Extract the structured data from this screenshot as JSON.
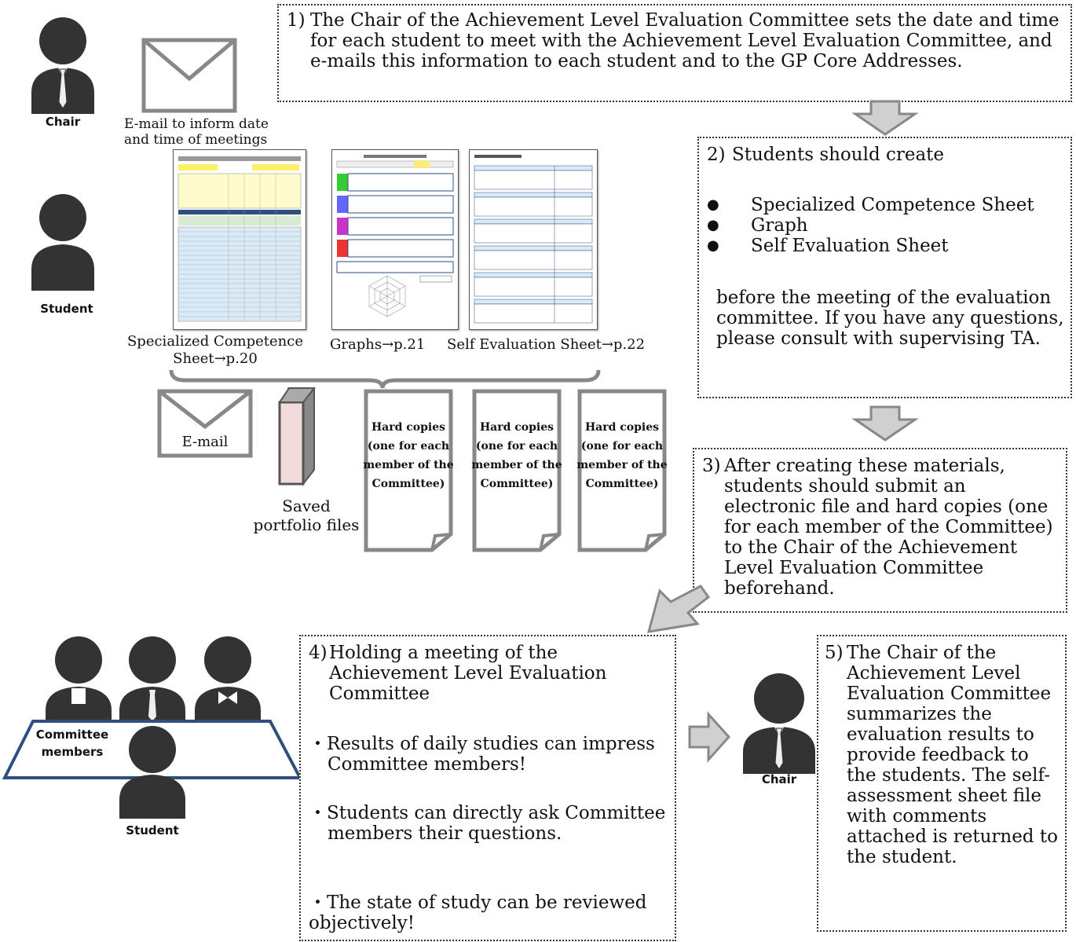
{
  "labels": {
    "chair_top": "Chair",
    "email_inform": "E-mail to inform date\nand time of meetings",
    "student_mid": "Student",
    "sheet_specialized": "Specialized Competence\nSheet→p.20",
    "sheet_graphs": "Graphs→p.21",
    "sheet_self": "Self Evaluation Sheet→p.22",
    "email_small": "E-mail",
    "saved_portfolio": "Saved\nportfolio files",
    "hard_copies": "Hard copies\n(one for each\nmember of the\nCommittee)",
    "committee_members": "Committee\nmembers",
    "student_bottom": "Student",
    "chair_bottom": "Chair"
  },
  "steps": {
    "s1": {
      "num": "1)",
      "text": "The Chair of the Achievement Level Evaluation Committee sets the date and time for each student to meet with the Achievement Level Evaluation Committee, and e-mails this information to each student and to the GP Core Addresses."
    },
    "s2": {
      "num": "2)",
      "heading": "Students should create",
      "bullets": [
        "Specialized Competence Sheet",
        "Graph",
        "Self Evaluation Sheet"
      ],
      "text": "before the meeting of the evaluation committee. If you have any questions, please consult with supervising TA."
    },
    "s3": {
      "num": "3)",
      "text": "After creating these materials, students should submit an electronic file and hard copies (one for each member of the Committee) to the Chair of the Achievement Level Evaluation Committee beforehand."
    },
    "s4": {
      "num": "4)",
      "heading": "Holding a meeting of the Achievement Level Evaluation Committee",
      "point1": "・Results of daily studies can impress Committee members!",
      "point2": "・Students can directly ask Committee members their questions.",
      "point3": "・The state of study can be reviewed objectively!"
    },
    "s5": {
      "num": "5)",
      "text": "The Chair of the Achievement Level Evaluation Committee summarizes the evaluation results to provide feedback to the students. The self-assessment sheet file with comments attached is returned to the student."
    }
  },
  "colors": {
    "person": "#333333",
    "arrow_fill": "#d0d0d0",
    "arrow_stroke": "#888888",
    "envelope": "#888888",
    "table_navy": "#2f4f7f",
    "folder_pink": "#f2dcdb"
  }
}
